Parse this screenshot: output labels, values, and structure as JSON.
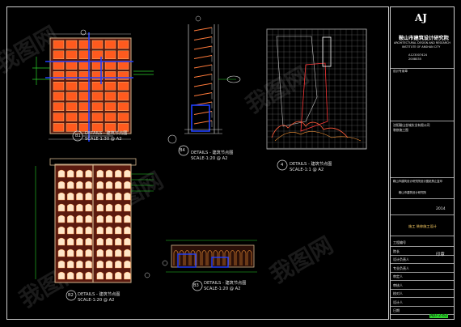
{
  "views": {
    "b1": {
      "num": "B1",
      "title": "DETAILS - 建筑节点图",
      "scale": "SCALE-1:30 @ A2"
    },
    "b4": {
      "num": "B4",
      "title": "DETAILS - 建筑节点图",
      "scale": "SCALE-1:20 @ A2"
    },
    "v4": {
      "num": "4",
      "title": "DETAILS - 建筑节点图",
      "scale": "SCALE-1:1 @ A2"
    },
    "b2": {
      "num": "B2",
      "title": "DETAILS - 建筑节点图",
      "scale": "SCALE-1:20 @ A2"
    },
    "b3": {
      "num": "B3",
      "title": "DETAILS - 建筑节点图",
      "scale": "SCALE-1:20 @ A2"
    }
  },
  "title_block": {
    "logo": "AJ",
    "institute_cn": "鞍山市建筑设计研究院",
    "institute_en1": "ARCHITECTURAL DESIGN AND RESEARCH",
    "institute_en2": "INSTITUTE OF ANSHAN CITY",
    "cert_label": "A123007424",
    "cert_label2": "2008035",
    "design_unit": "设计专用章",
    "project_label": "沈阳鞍山金城实业有限公司",
    "project_label2": "装修施工图",
    "note": "鞍山市建筑设计研究院设计图纸禁止复印",
    "note2": "鞍山市建筑设计研究院",
    "year": "2014",
    "stage": "施工 装修施工设计",
    "page_tag": "AJD-2-82",
    "rows": [
      "工程编号",
      "院长",
      "设计负责人",
      "专业负责人",
      "审定人",
      "审核人",
      "校对人",
      "设计人",
      "日期"
    ],
    "seal": "印章"
  },
  "watermark": "我图网"
}
